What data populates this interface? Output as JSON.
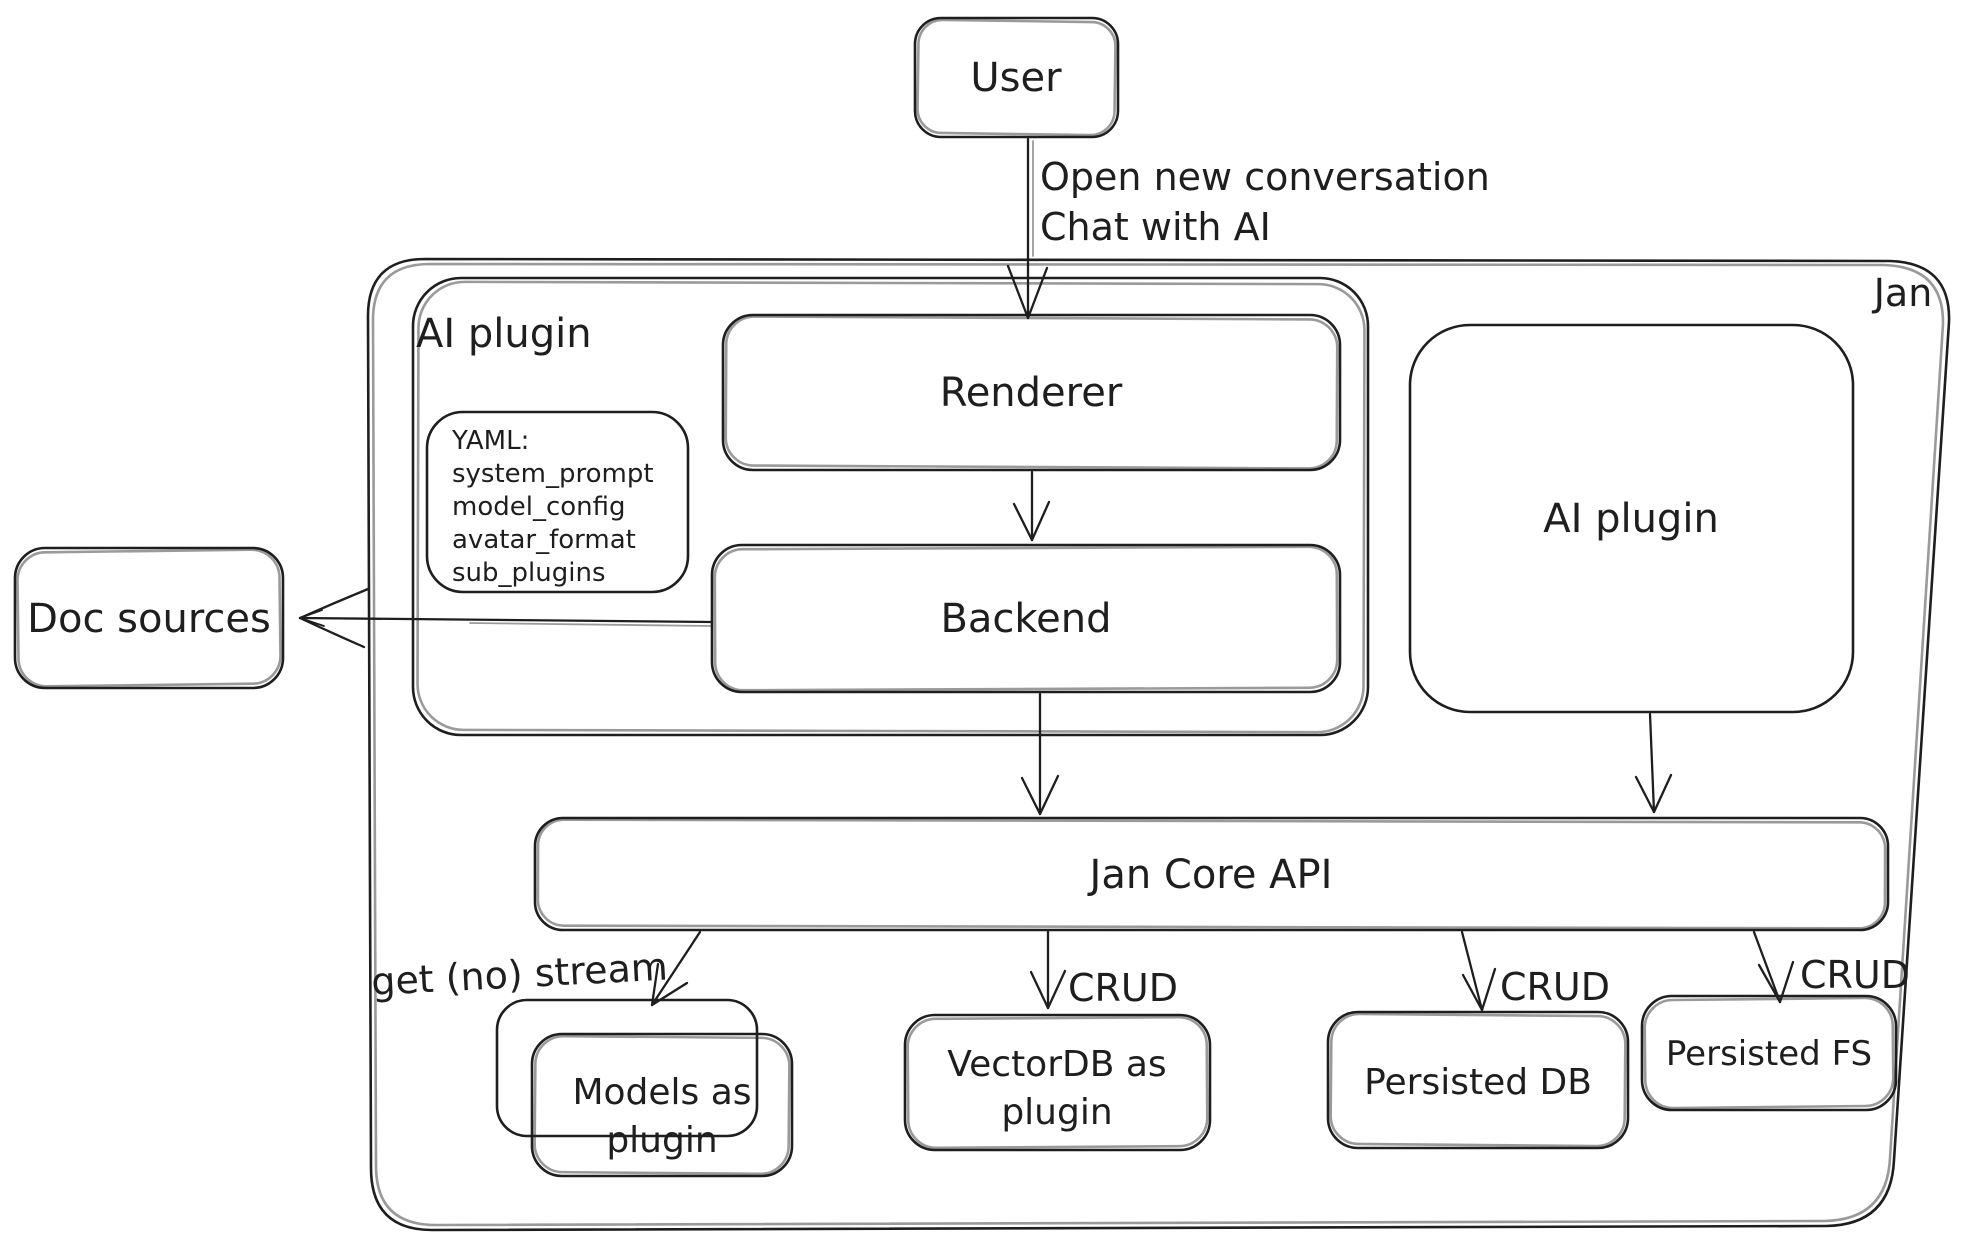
{
  "colors": {
    "stroke": "#1e1e1e",
    "background": "#ffffff"
  },
  "container": {
    "label": "Jan"
  },
  "groups": {
    "ai_plugin_label": "AI plugin"
  },
  "nodes": {
    "user": "User",
    "renderer": "Renderer",
    "backend": "Backend",
    "ai_plugin_box": "AI plugin",
    "jan_core_api": "Jan Core API",
    "doc_sources": "Doc sources",
    "models": {
      "line1": "Models as",
      "line2": "plugin"
    },
    "vectordb": {
      "line1": "VectorDB as",
      "line2": "plugin"
    },
    "persisted_db": "Persisted DB",
    "persisted_fs": "Persisted FS"
  },
  "note": {
    "lines": [
      "YAML:",
      "system_prompt",
      "model_config",
      "avatar_format",
      "sub_plugins"
    ]
  },
  "edges": {
    "user_to_renderer": {
      "label_line1": "Open new conversation",
      "label_line2": "Chat with AI"
    },
    "jan_core_to_models": {
      "label": "get (no) stream"
    },
    "jan_core_to_vectordb": {
      "label": "CRUD"
    },
    "jan_core_to_persisted_db": {
      "label": "CRUD"
    },
    "jan_core_to_persisted_fs": {
      "label": "CRUD"
    }
  }
}
